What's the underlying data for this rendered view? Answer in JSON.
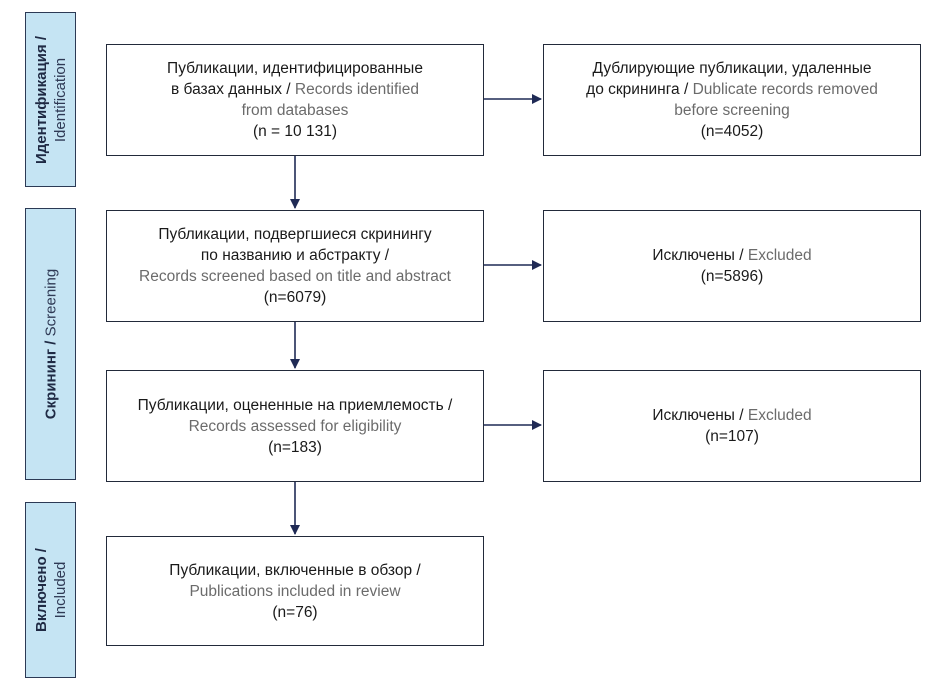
{
  "stages": {
    "identification": {
      "ru": "Идентификация /",
      "en": "Identification"
    },
    "screening": {
      "ru": "Скрининг /",
      "en": "Screening"
    },
    "included": {
      "ru": "Включено /",
      "en": "Included"
    }
  },
  "boxes": {
    "identified": {
      "ru1": "Публикации, идентифицированные",
      "ru2": "в базах данных /",
      "en1": "Records identified",
      "en2": "from databases",
      "count": "(n = 10 131)"
    },
    "duplicates": {
      "ru1": "Дублирующие публикации, удаленные",
      "ru2": "до скрининга /",
      "en1": "Dublicate records removed",
      "en2": "before screening",
      "count": "(n=4052)"
    },
    "screened": {
      "ru1": "Публикации, подвергшиеся скринингу",
      "ru2": "по названию и абстракту /",
      "en1": "Records screened based on title and abstract",
      "count": "(n=6079)"
    },
    "excluded1": {
      "ru": "Исключены /",
      "en": "Excluded",
      "count": "(n=5896)"
    },
    "eligibility": {
      "ru": "Публикации, оцененные на приемлемость /",
      "en": "Records assessed for eligibility",
      "count": "(n=183)"
    },
    "excluded2": {
      "ru": "Исключены /",
      "en": "Excluded",
      "count": "(n=107)"
    },
    "included": {
      "ru": "Публикации, включенные в обзор /",
      "en": "Publications included in review",
      "count": "(n=76)"
    }
  }
}
